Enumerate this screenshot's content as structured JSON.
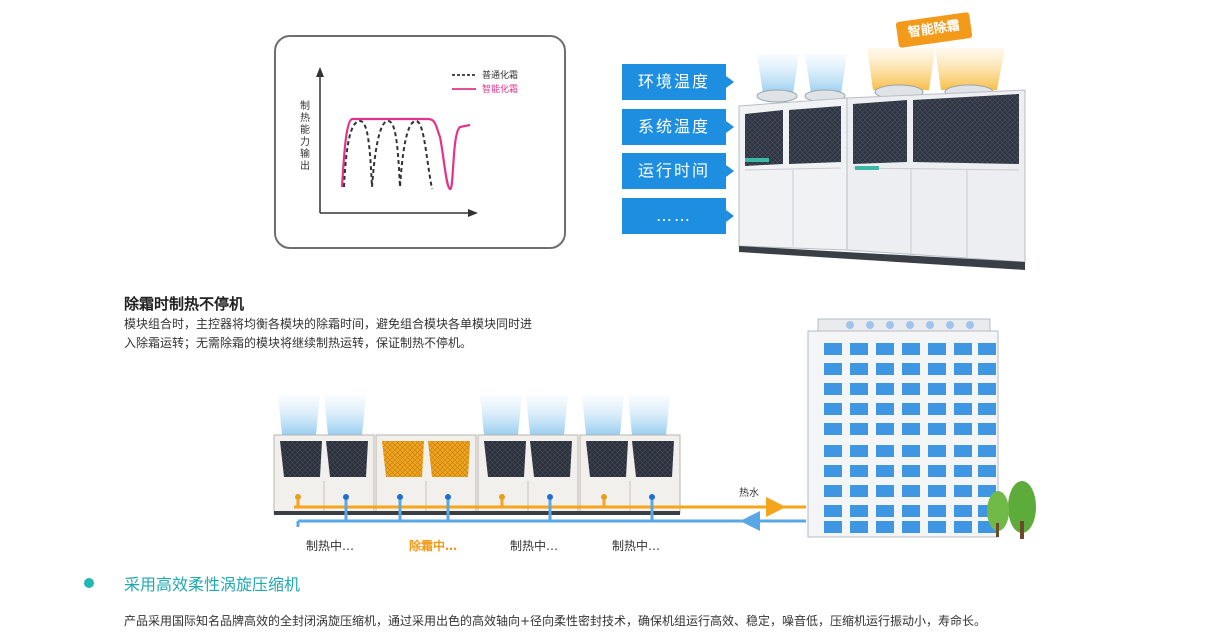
{
  "chart": {
    "ylabel_chars": [
      "制",
      "热",
      "能",
      "力",
      "输",
      "出"
    ],
    "legend": [
      {
        "label": "普通化霜",
        "style": "dashed",
        "color": "#333333"
      },
      {
        "label": "智能化霜",
        "style": "solid",
        "color": "#e3338c"
      }
    ]
  },
  "factors": [
    "环境温度",
    "系统温度",
    "运行时间",
    "……"
  ],
  "badge": "智能除霜",
  "section": {
    "title": "除霜时制热不停机",
    "desc": "模块组合时，主控器将均衡各模块的除霜时间，避免组合模块各单模块同时进入除霜运转；无需除霜的模块将继续制热运转，保证制热不停机。"
  },
  "system": {
    "hot_water_label": "热水",
    "statuses": [
      "制热中…",
      "除霜中…",
      "制热中…",
      "制热中…"
    ]
  },
  "compressor": {
    "title": "采用高效柔性涡旋压缩机",
    "desc": "产品采用国际知名品牌高效的全封闭涡旋压缩机，通过采用出色的高效轴向+径向柔性密封技术，确保机组运行高效、稳定，噪音低，压缩机运行振动小，寿命长。"
  },
  "colors": {
    "accent_blue": "#1e8fe0",
    "defrost_orange": "#f39a1b",
    "smart_pink": "#e3338c",
    "teal": "#1fa9b0"
  }
}
